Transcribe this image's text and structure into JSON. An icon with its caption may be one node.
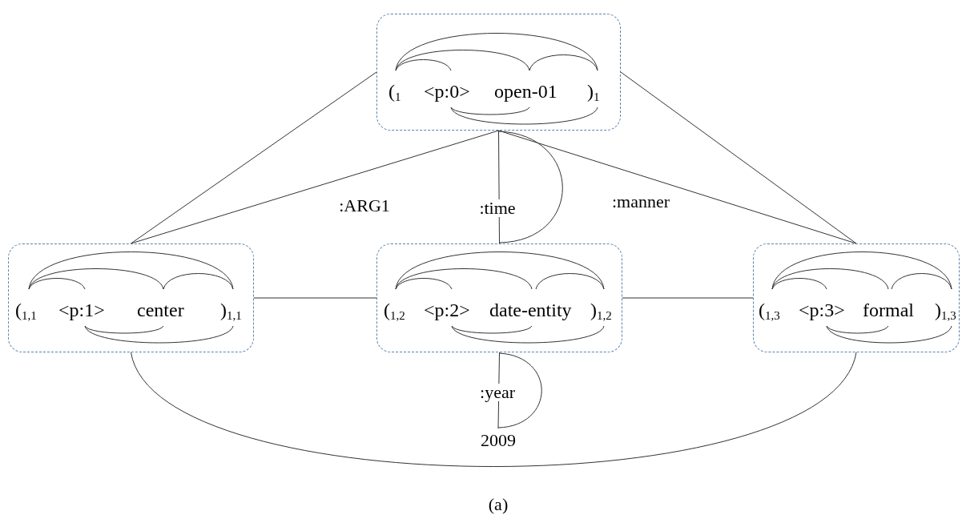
{
  "diagram": {
    "caption": "(a)",
    "nodes": [
      {
        "text": [
          "($_{1}$",
          "<p:0>",
          "open-01",
          ")$_{1}$"
        ]
      },
      {
        "text": [
          "($_{1,1}$",
          "<p:1>",
          "center",
          ")$_{1,1}$"
        ]
      },
      {
        "text": [
          "($_{1,2}$",
          "<p:2>",
          "date-entity",
          ")$_{1,2}$"
        ]
      },
      {
        "text": [
          "($_{1,3}$",
          "<p:3>",
          "formal",
          ")$_{1,3}$"
        ]
      },
      {
        "text": [
          "2009"
        ]
      }
    ],
    "edges": [
      {
        "from": 0,
        "to": 1,
        "arrow": "none"
      },
      {
        "from": 0,
        "to": 3,
        "arrow": "none"
      },
      {
        "from": 0,
        "to": 1,
        "label": ":ARG1",
        "arrow": "none"
      },
      {
        "from": 0,
        "to": 2,
        "label": ":time",
        "arrow": "none"
      },
      {
        "from": 0,
        "to": 3,
        "label": ":manner",
        "arrow": "none"
      },
      {
        "from": 1,
        "to": 2,
        "arrow": "none"
      },
      {
        "from": 2,
        "to": 3,
        "arrow": "none"
      },
      {
        "from": 2,
        "to": 4,
        "label": ":year",
        "arrow": "none"
      },
      {
        "from": 1,
        "to": 3,
        "arrow": "none"
      }
    ]
  }
}
